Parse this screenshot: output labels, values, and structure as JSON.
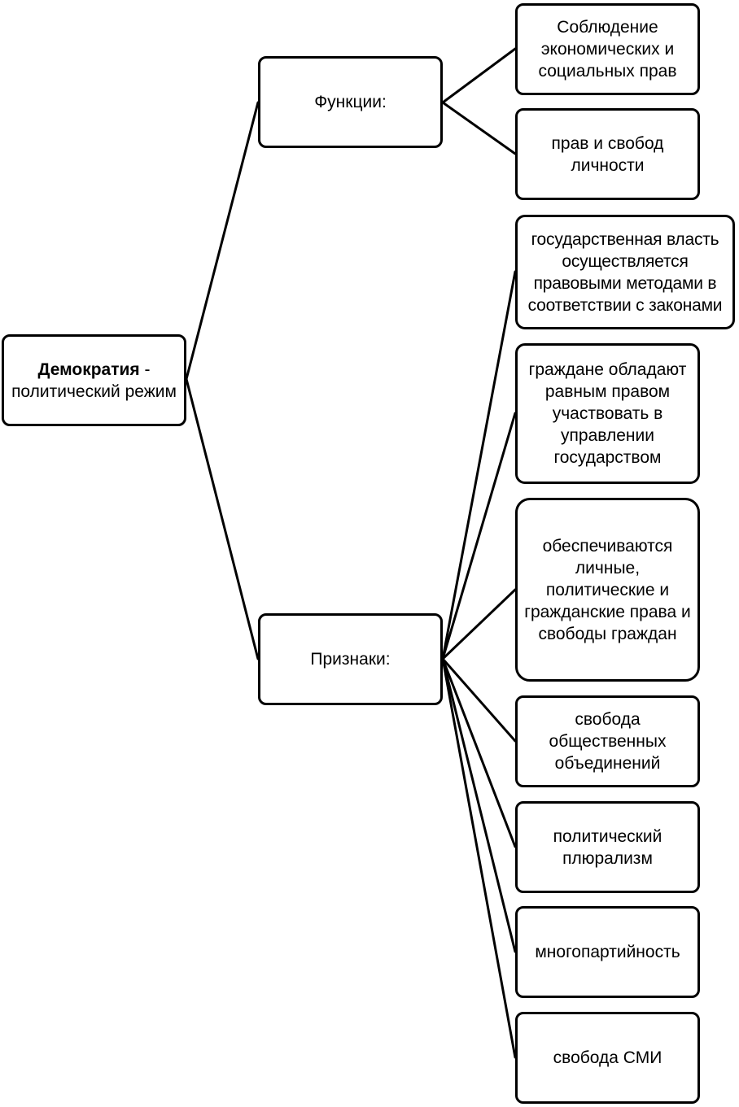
{
  "root": {
    "title_bold": "Демократия",
    "title_rest": " - политический режим"
  },
  "functions": {
    "label": "Функции:",
    "items": [
      "Соблюдение экономических и социальных прав",
      "прав и свобод личности"
    ]
  },
  "signs": {
    "label": "Признаки:",
    "items": [
      "государственная власть осуществляется правовыми методами в соответствии с законами",
      "граждане обладают равным правом участвовать в управлении государством",
      "обеспечиваются личные, политические и гражданские права и свободы граждан",
      "свобода общественных объединений",
      "политический плюрализм",
      "многопартийность",
      "свобода СМИ"
    ]
  }
}
